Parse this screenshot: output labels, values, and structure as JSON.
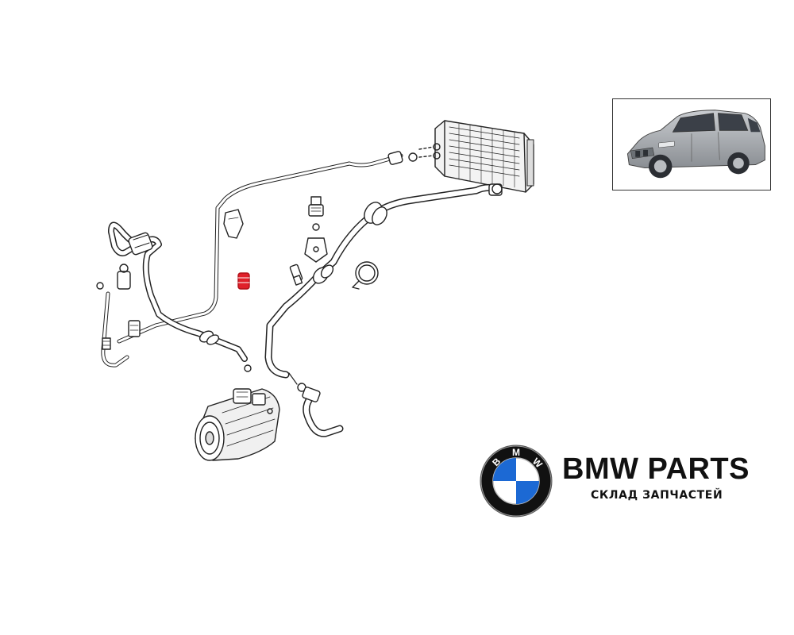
{
  "brand": {
    "title": "BMW PARTS",
    "subtitle": "СКЛАД ЗАПЧАСТЕЙ",
    "logo_letters": [
      "B",
      "M",
      "W"
    ]
  },
  "diagram": {
    "highlight_part_color": "#e0202a",
    "line_color": "#222222"
  },
  "thumbnail": {
    "depicts": "vehicle-suv-icon"
  },
  "colors": {
    "logo_blue": "#1c69d4",
    "logo_ring": "#111111",
    "text": "#111111"
  }
}
